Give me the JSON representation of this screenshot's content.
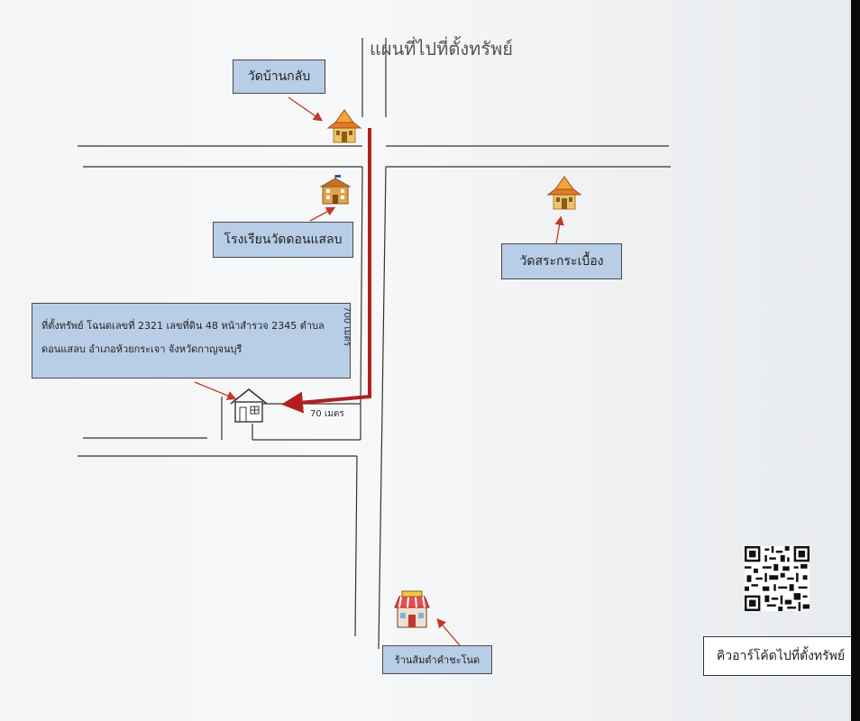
{
  "title": "แผนที่ไปที่ตั้งทรัพย์",
  "labels": {
    "temple_ban_klap": "วัดบ้านกลับ",
    "school": "โรงเรียนวัดดอนแสลบ",
    "temple_sa_krabueang": "วัดสระกระเบื้อง",
    "shop": "ร้านส้มตำคำชะโนด",
    "qr_caption": "คิวอาร์โค้ดไปที่ตั้งทรัพย์"
  },
  "property": {
    "line1": "ที่ตั้งทรัพย์ โฉนดเลขที่ 2321 เลขที่ดิน 48 หน้าสำรวจ 2345 ตำบล",
    "line2": "ดอนแสลบ อำเภอห้วยกระเจา จังหวัดกาญจนบุรี"
  },
  "distances": {
    "main_road": "700 เมตร",
    "side_road": "70 เมตร"
  },
  "icons": {
    "temple_ban_klap": "temple-icon",
    "school": "school-icon",
    "temple_sa_krabueang": "temple-icon",
    "property": "house-icon",
    "shop": "shop-icon",
    "qr": "qr-code"
  },
  "colors": {
    "label_fill": "#b8cde6",
    "route": "#b21f1f",
    "arrow": "#c0392b",
    "road": "#333333"
  }
}
